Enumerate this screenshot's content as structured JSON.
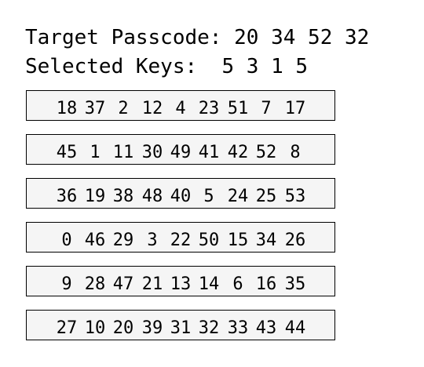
{
  "target": {
    "label": "Target Passcode:",
    "values": [
      "20",
      "34",
      "52",
      "32"
    ]
  },
  "selected": {
    "label": "Selected Keys:",
    "values": [
      "5",
      "3",
      "1",
      "5"
    ]
  },
  "keypad": {
    "rows": [
      [
        "18",
        "37",
        "2",
        "12",
        "4",
        "23",
        "51",
        "7",
        "17"
      ],
      [
        "45",
        "1",
        "11",
        "30",
        "49",
        "41",
        "42",
        "52",
        "8"
      ],
      [
        "36",
        "19",
        "38",
        "48",
        "40",
        "5",
        "24",
        "25",
        "53"
      ],
      [
        "0",
        "46",
        "29",
        "3",
        "22",
        "50",
        "15",
        "34",
        "26"
      ],
      [
        "9",
        "28",
        "47",
        "21",
        "13",
        "14",
        "6",
        "16",
        "35"
      ],
      [
        "27",
        "10",
        "20",
        "39",
        "31",
        "32",
        "33",
        "43",
        "44"
      ]
    ]
  }
}
